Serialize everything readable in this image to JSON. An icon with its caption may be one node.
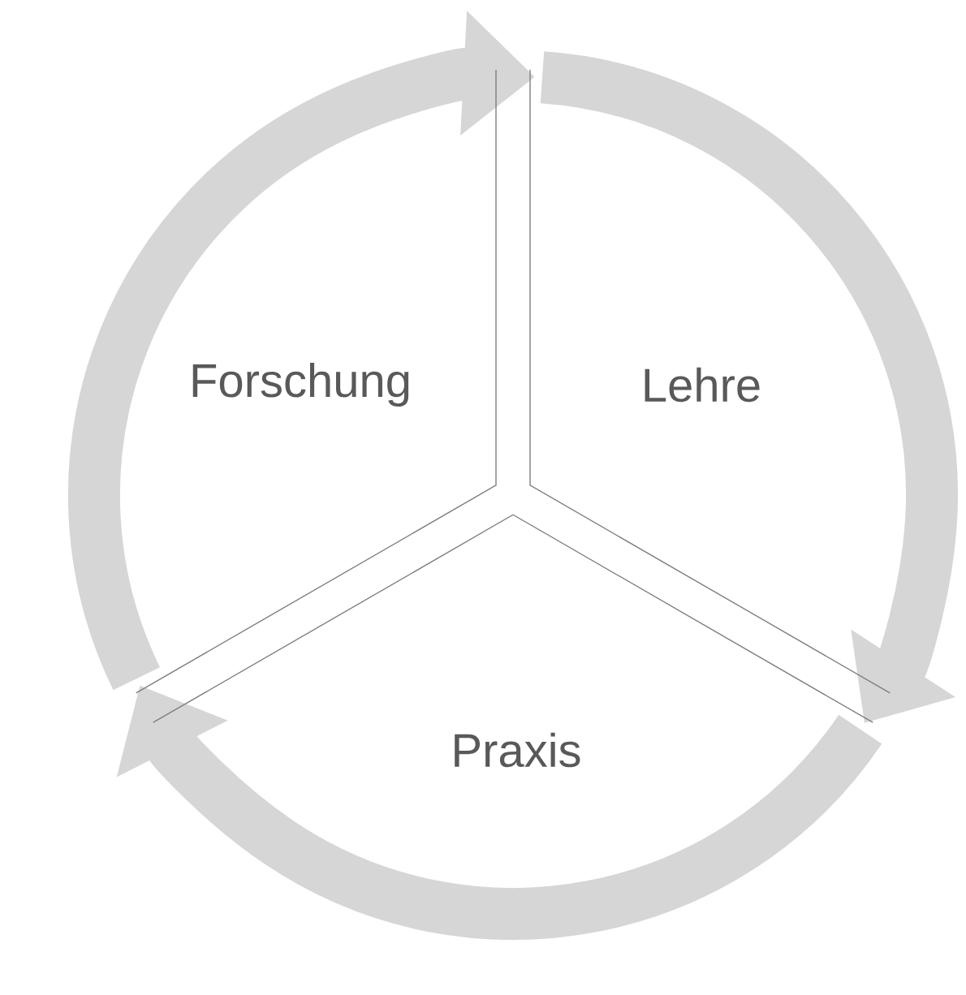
{
  "diagram": {
    "nodes": [
      {
        "text": [
          "Lehre"
        ]
      },
      {
        "text": [
          "Praxis"
        ]
      },
      {
        "text": [
          "Forschung"
        ]
      }
    ],
    "edges": [
      {
        "from": 0,
        "to": 1,
        "arrow": "to"
      },
      {
        "from": 1,
        "to": 2,
        "arrow": "to"
      },
      {
        "from": 2,
        "to": 0,
        "arrow": "to"
      }
    ]
  }
}
